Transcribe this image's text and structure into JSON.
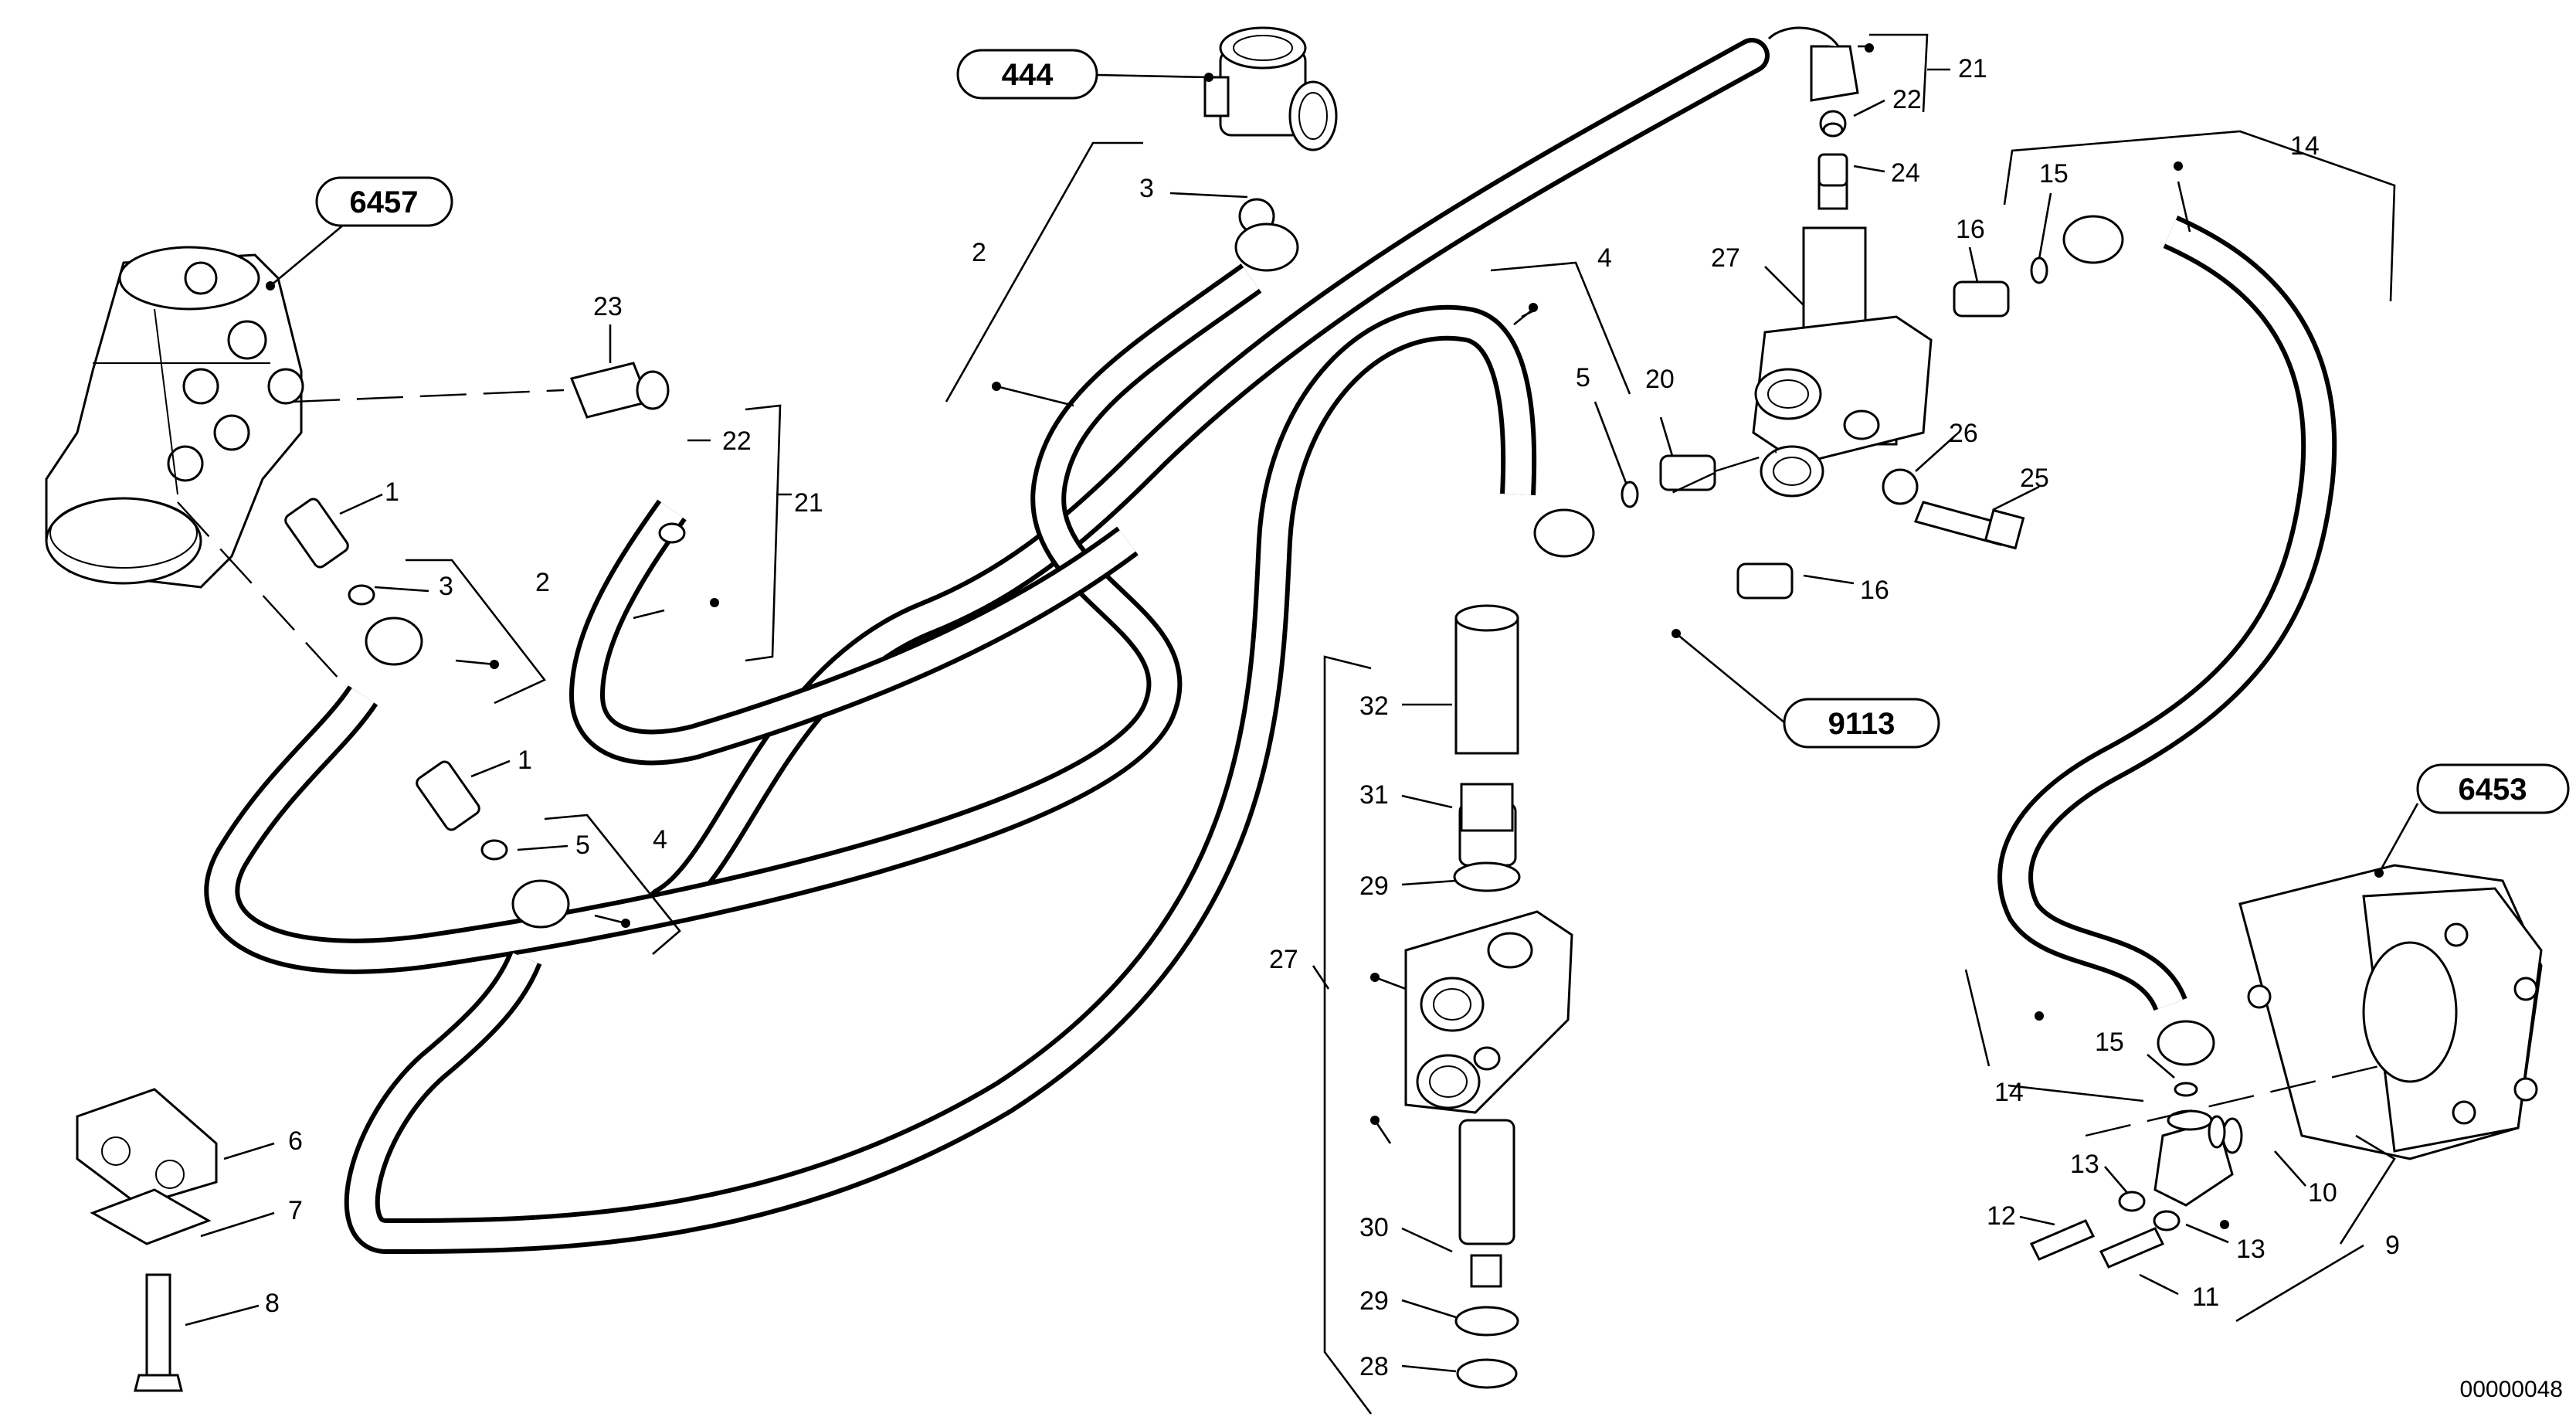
{
  "diagram": {
    "drawing_number": "00000048",
    "references": {
      "ref_6457": "6457",
      "ref_444": "444",
      "ref_9113": "9113",
      "ref_6453": "6453"
    },
    "callouts": {
      "c_1a": "1",
      "c_1b": "1",
      "c_2a": "2",
      "c_2b": "2",
      "c_3a": "3",
      "c_3b": "3",
      "c_4a": "4",
      "c_4b": "4",
      "c_5a": "5",
      "c_5b": "5",
      "c_6": "6",
      "c_7": "7",
      "c_8": "8",
      "c_9": "9",
      "c_10": "10",
      "c_11": "11",
      "c_12": "12",
      "c_13a": "13",
      "c_13b": "13",
      "c_14a": "14",
      "c_14b": "14",
      "c_15a": "15",
      "c_15b": "15",
      "c_16a": "16",
      "c_16b": "16",
      "c_20": "20",
      "c_21a": "21",
      "c_21b": "21",
      "c_22a": "22",
      "c_22b": "22",
      "c_23": "23",
      "c_24": "24",
      "c_25": "25",
      "c_26": "26",
      "c_27a": "27",
      "c_27b": "27",
      "c_28": "28",
      "c_29a": "29",
      "c_29b": "29",
      "c_30": "30",
      "c_31": "31",
      "c_32": "32"
    }
  }
}
